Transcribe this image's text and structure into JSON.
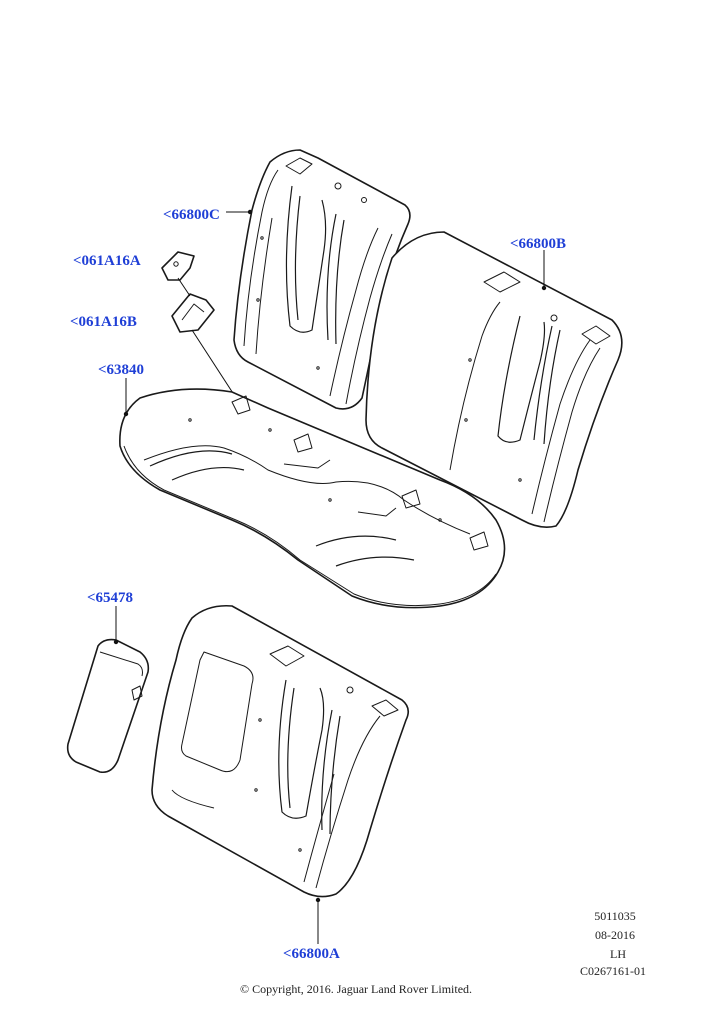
{
  "callouts": {
    "backrest_c": "<66800C",
    "bracket_a": "<061A16A",
    "bracket_b": "<061A16B",
    "cushion": "<63840",
    "backrest_b": "<66800B",
    "armrest": "<65478",
    "backrest_a": "<66800A"
  },
  "reference": {
    "number": "5011035",
    "date": "08-2016",
    "side": "LH",
    "code": "C0267161-01"
  },
  "copyright": "© Copyright, 2016. Jaguar Land Rover Limited.",
  "colors": {
    "callout_text": "#1f3fd6",
    "linework": "#1a1a1a"
  }
}
